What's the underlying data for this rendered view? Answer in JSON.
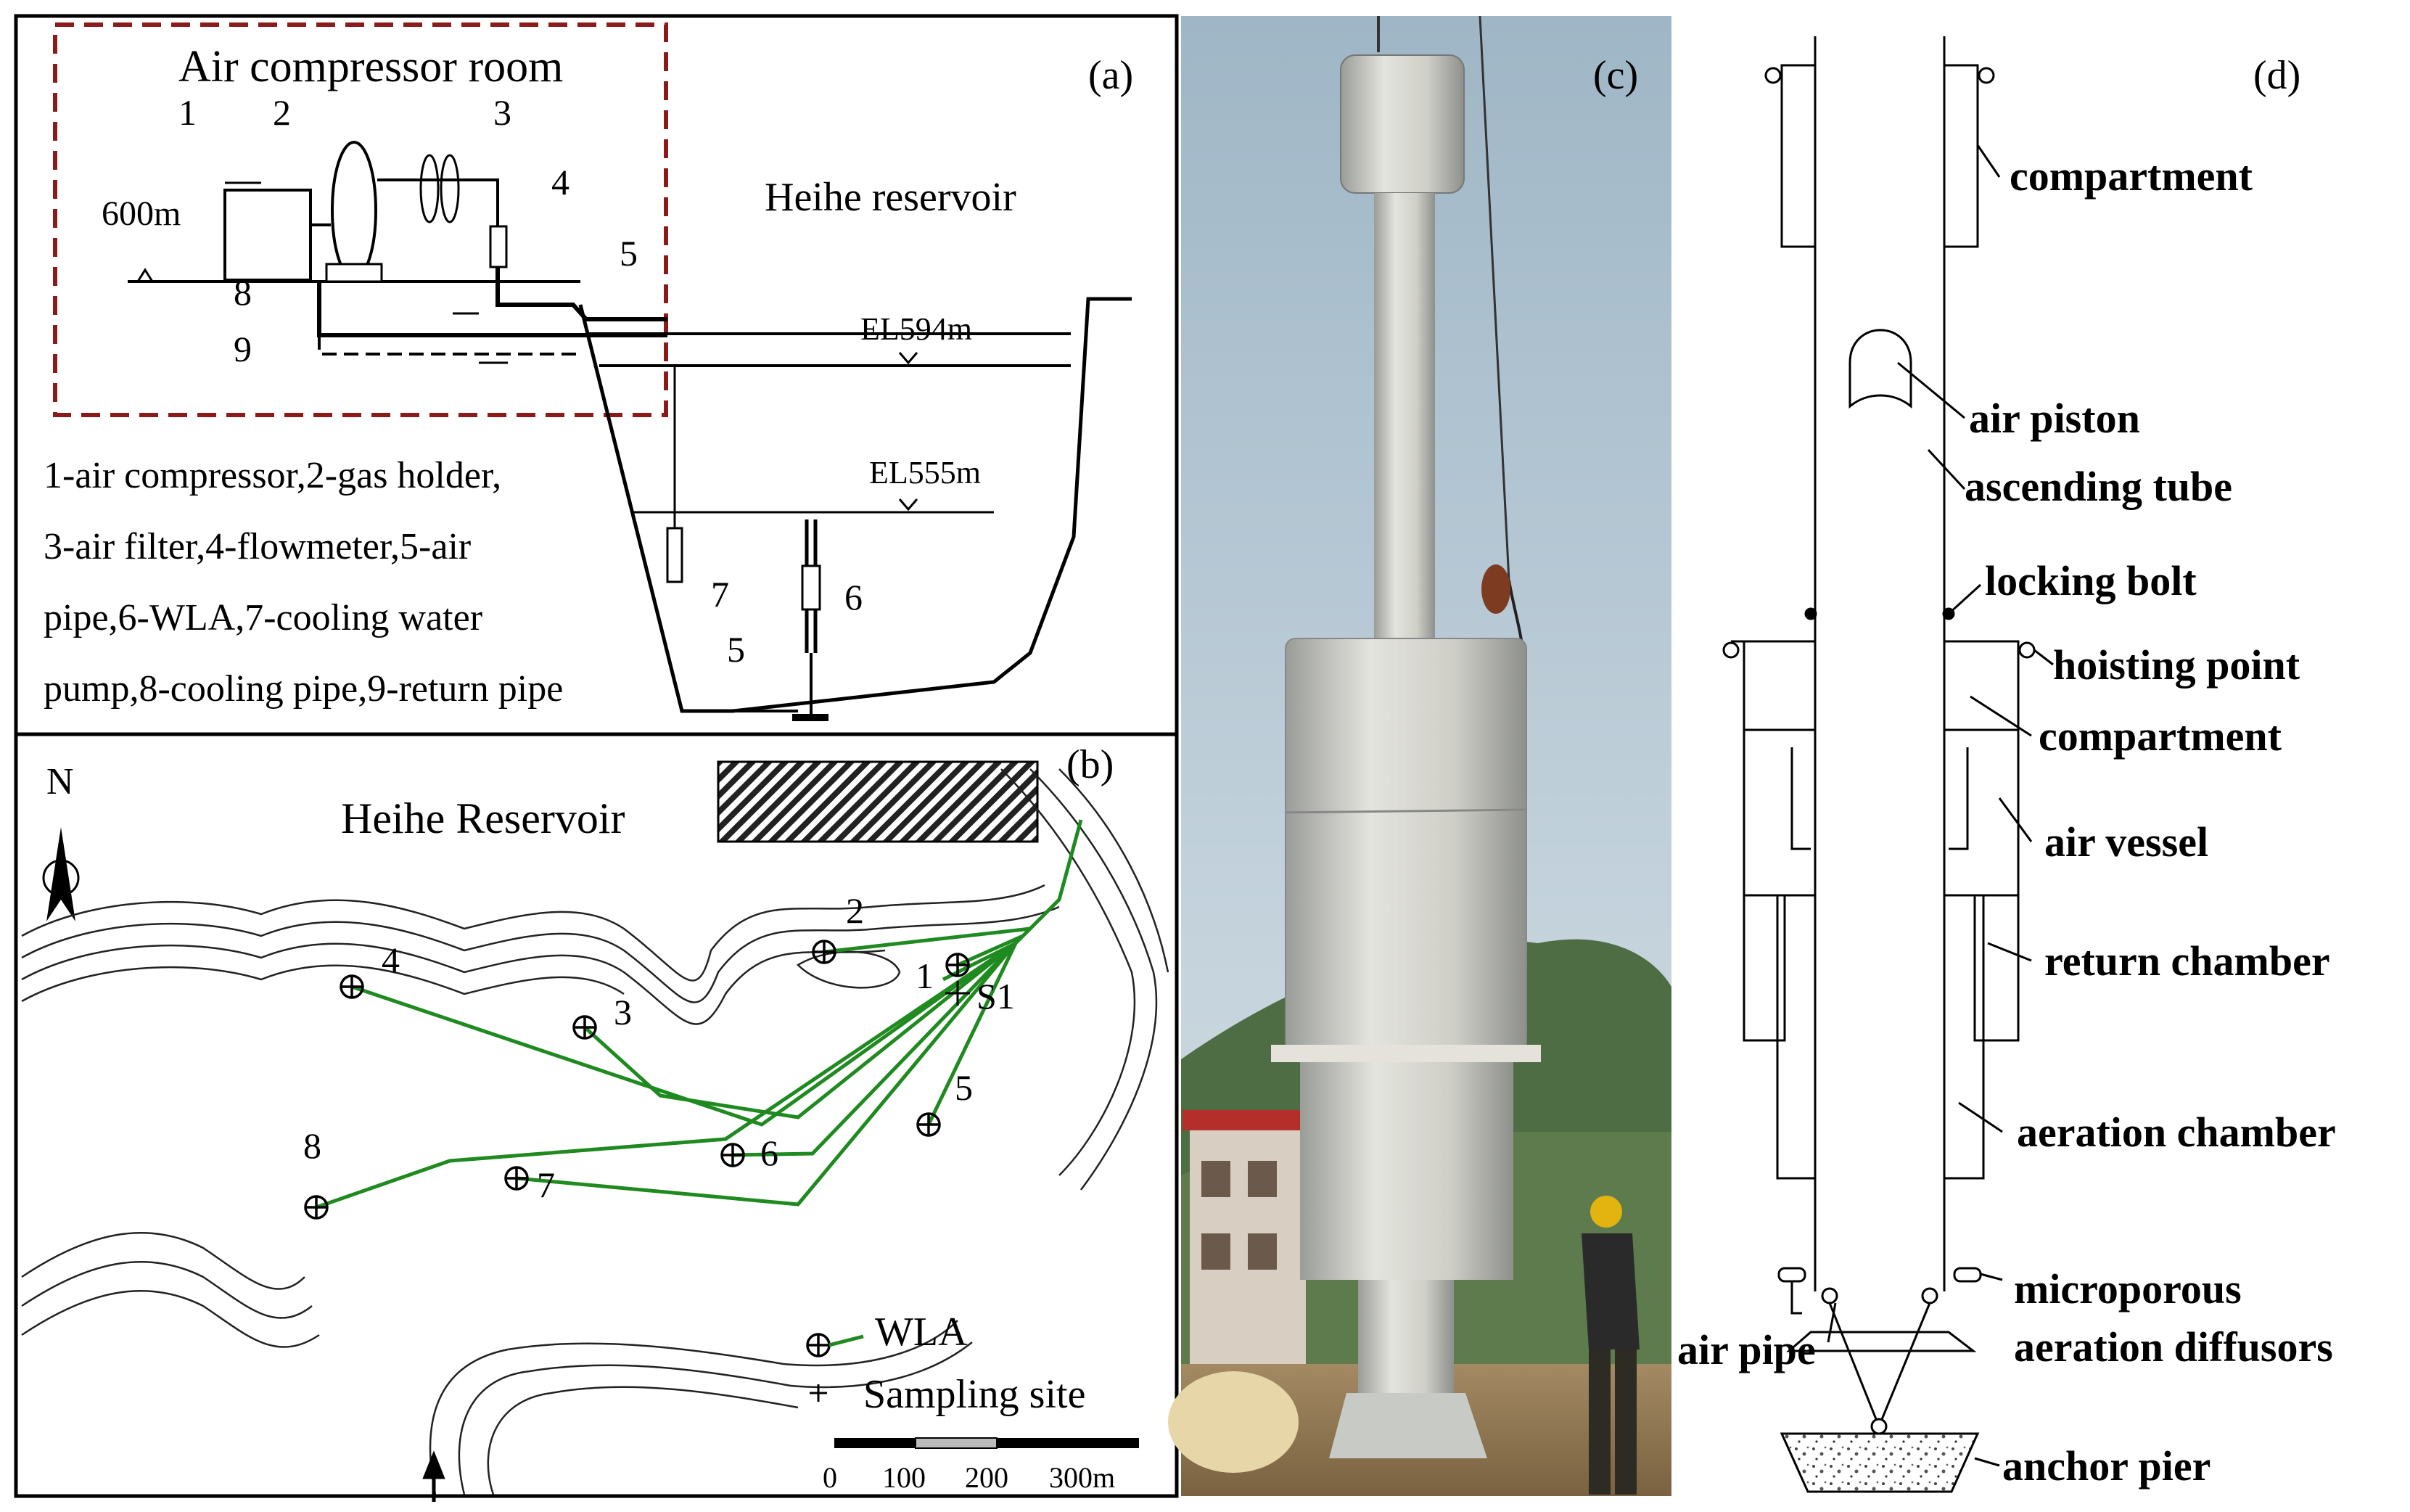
{
  "panel_a": {
    "label": "(a)",
    "room_title": "Air compressor room",
    "reservoir": "Heihe reservoir",
    "elevation_600": "600m",
    "el_594": "EL594m",
    "el_555": "EL555m",
    "nums": [
      "1",
      "2",
      "3",
      "4",
      "5",
      "8",
      "9",
      "7",
      "6",
      "5"
    ],
    "legend": [
      "1-air compressor,2-gas holder,",
      "3-air filter,4-flowmeter,5-air",
      "pipe,6-WLA,7-cooling water",
      "pump,8-cooling pipe,9-return pipe"
    ]
  },
  "panel_b": {
    "label": "(b)",
    "north": "N",
    "title": "Heihe Reservoir",
    "wla_numbers": [
      "1",
      "2",
      "3",
      "4",
      "5",
      "6",
      "7",
      "8"
    ],
    "site": "S1",
    "legend_wla": "WLA",
    "legend_site": "Sampling site",
    "scale": [
      "0",
      "100",
      "200",
      "300m"
    ]
  },
  "panel_c": {
    "label": "(c)"
  },
  "panel_d": {
    "label": "(d)",
    "parts": [
      "compartment",
      "air piston",
      "ascending tube",
      "locking bolt",
      "hoisting point",
      "compartment",
      "air vessel",
      "return chamber",
      "aeration chamber",
      "microporous",
      "aeration diffusors",
      "air pipe",
      "anchor pier"
    ]
  },
  "colors": {
    "frame": "#000000",
    "dash": "#8b1a1a",
    "green": "#1f8a1f"
  }
}
